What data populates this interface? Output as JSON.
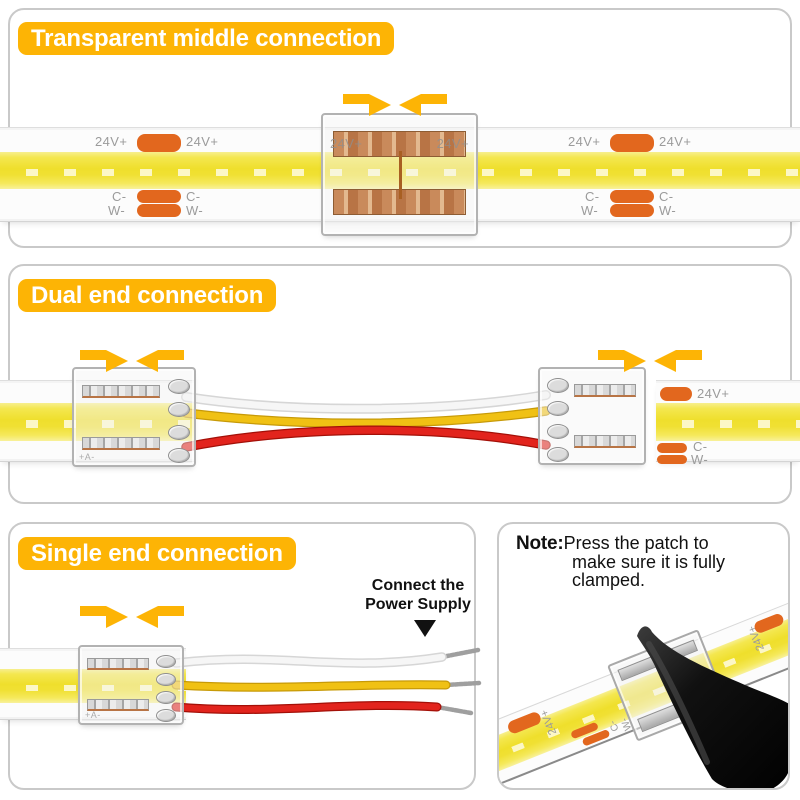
{
  "colors": {
    "accent": "#FDB405",
    "panel_border": "#C9C9C9",
    "strip_label": "#9B9B9B",
    "pad_orange": "#E2671E",
    "cob_yellow": "#F0DF2D",
    "copper": "#C98A5B",
    "wire_white": "#F6F6F6",
    "wire_yellow": "#F0C114",
    "wire_red": "#E2241D",
    "tool_black": "#0A0A0A",
    "text_black": "#111111"
  },
  "sections": {
    "middle": {
      "title": "Transparent middle connection"
    },
    "dual": {
      "title": "Dual end connection"
    },
    "single": {
      "title": "Single end connection",
      "callout_line1": "Connect the",
      "callout_line2": "Power Supply"
    },
    "note": {
      "label": "Note:",
      "text": "Press the patch to make sure it is fully clamped."
    }
  },
  "strip": {
    "v24": "24V+",
    "c": "C-",
    "w": "W-",
    "marking": "+A-"
  }
}
